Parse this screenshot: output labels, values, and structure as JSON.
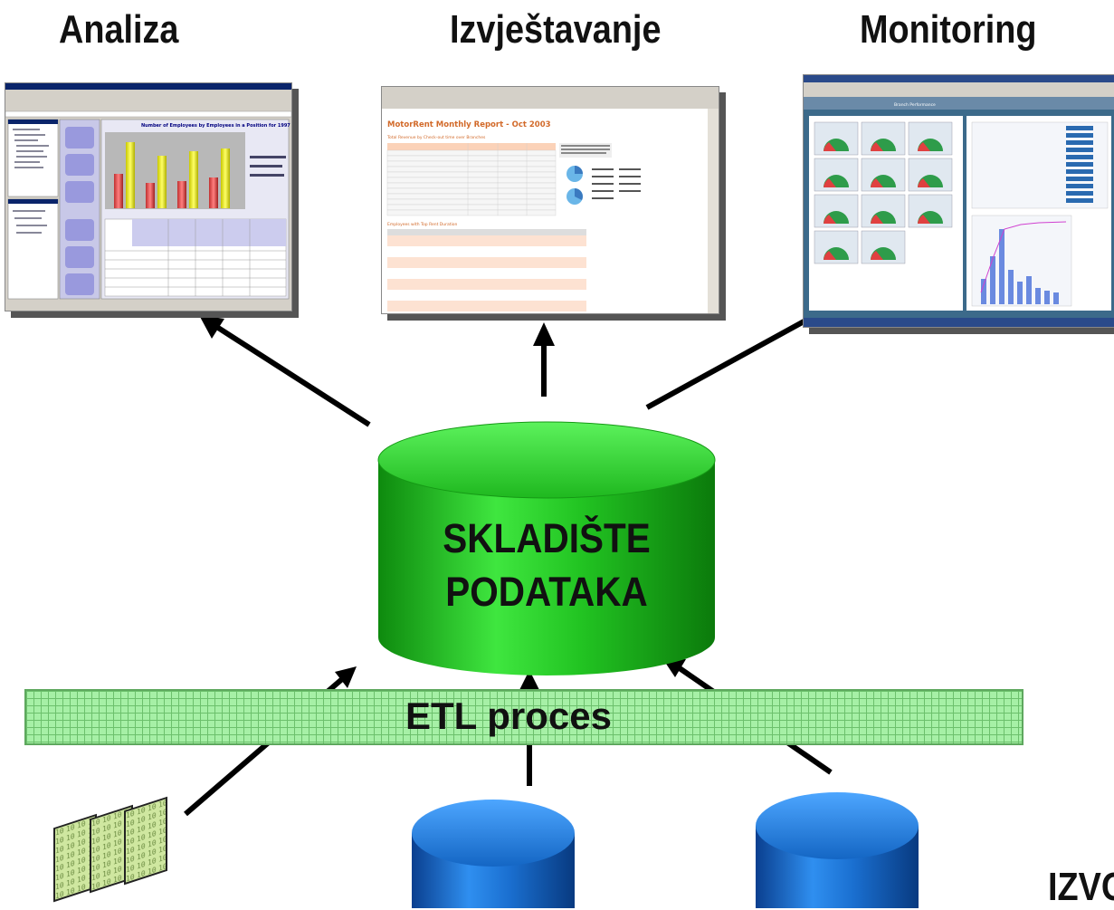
{
  "headings": {
    "analysis": "Analiza",
    "reporting": "Izvještavanje",
    "monitoring": "Monitoring"
  },
  "warehouse": {
    "line1": "SKLADIŠTE",
    "line2": "PODATAKA"
  },
  "etl": {
    "label": "ETL proces"
  },
  "sources": {
    "label": "IZVO"
  },
  "screenshots": {
    "analysis_title": "Number of Employees by Employees in a Position for 1997",
    "report_title": "MotorRent Monthly Report - Oct 2003",
    "report_subtitle": "Total Revenue by Check-out time over Branches",
    "report_section": "Employees with Top Rent Duration",
    "monitoring_title": "Branch Performance"
  },
  "colors": {
    "warehouse": "#22c422",
    "source_db": "#1a6fd0",
    "etl_band": "#a6f0a6"
  }
}
